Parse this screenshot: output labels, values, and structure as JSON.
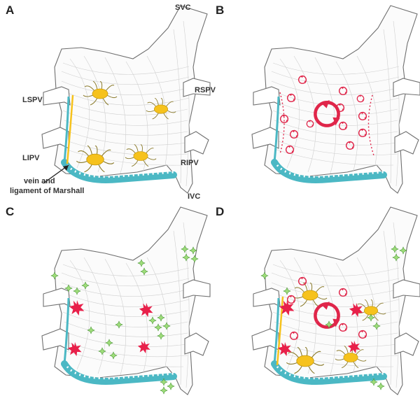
{
  "panels": [
    {
      "id": "A",
      "label": "A"
    },
    {
      "id": "B",
      "label": "B"
    },
    {
      "id": "C",
      "label": "C"
    },
    {
      "id": "D",
      "label": "D"
    }
  ],
  "anatomy_labels": {
    "svc": "SVC",
    "lspv": "LSPV",
    "rspv": "RSPV",
    "lipv": "LIPV",
    "ripv": "RIPV",
    "ivc": "IVC",
    "marshall_line1": "vein and",
    "marshall_line2": "ligament of Marshall"
  },
  "colors": {
    "ganglia": "#f6c21c",
    "ganglia_nerves": "#8a7a2a",
    "rotors": "#e0264a",
    "focal_triggers": "#e8204a",
    "micro_sources": "#6ec24a",
    "marshall_vein": "#4bb8c4",
    "marshall_ligament": "#f6c21c",
    "outline": "#6f6f6f",
    "fibers": "#cfcfcf"
  },
  "icons": {
    "ganglion": "ganglion-icon",
    "rotor": "rotor-icon",
    "focal_trigger": "starburst-icon",
    "micro_source": "sparkle-icon"
  }
}
